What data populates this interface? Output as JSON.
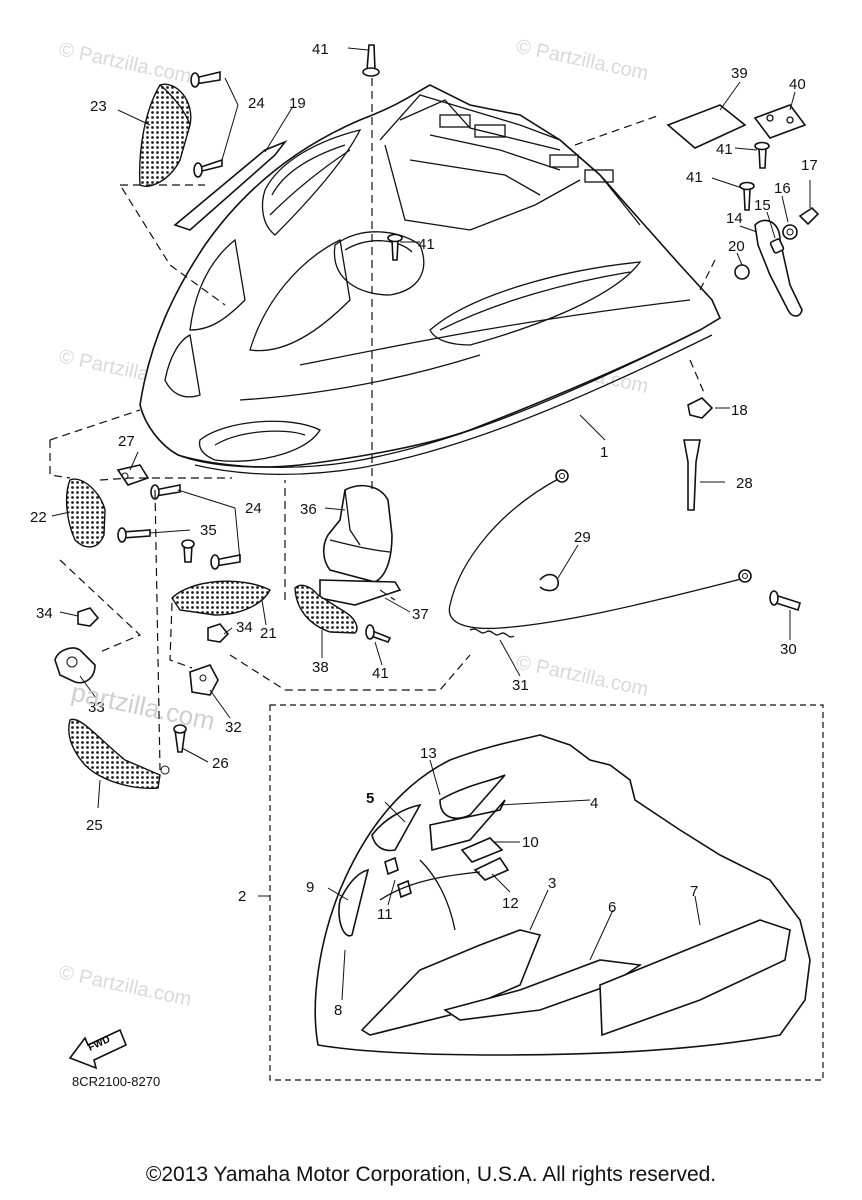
{
  "diagram": {
    "watermark": "© Partzilla.com",
    "watermark_large": "partzilla.com",
    "drawing_code": "8CR2100-8270",
    "fwd_arrow_label": "FWD",
    "copyright": "©2013 Yamaha Motor Corporation, U.S.A. All rights reserved.",
    "part_numbers": [
      "1",
      "2",
      "3",
      "4",
      "5",
      "6",
      "7",
      "8",
      "9",
      "10",
      "11",
      "12",
      "13",
      "14",
      "15",
      "16",
      "17",
      "18",
      "19",
      "20",
      "21",
      "22",
      "23",
      "24",
      "24",
      "25",
      "26",
      "27",
      "28",
      "29",
      "30",
      "31",
      "32",
      "33",
      "34",
      "34",
      "35",
      "36",
      "37",
      "38",
      "39",
      "40",
      "41",
      "41",
      "41",
      "41",
      "41"
    ]
  }
}
